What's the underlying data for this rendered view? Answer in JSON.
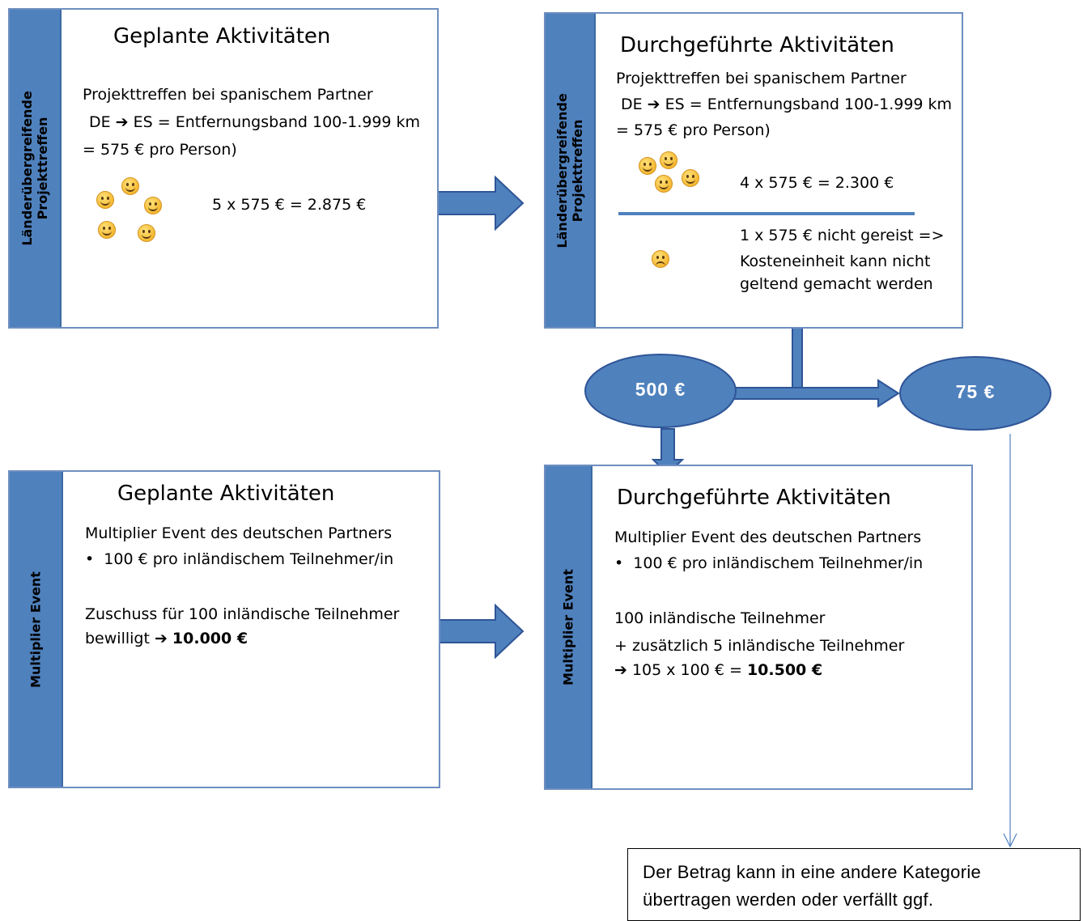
{
  "top_left": {
    "side_label": [
      "Länderübergreifende",
      "Projekttreffen"
    ],
    "title": "Geplante Aktivitäten",
    "lines": [
      "Projekttreffen bei spanischem Partner",
      "DE ➔ ES = Entfernungsband 100-1.999 km",
      "= 575 € pro Person)"
    ],
    "calc": "5 x 575 € = 2.875 €"
  },
  "top_right": {
    "side_label": [
      "Länderübergreifende",
      "Projekttreffen"
    ],
    "title": "Durchgeführte Aktivitäten",
    "lines": [
      "Projekttreffen bei spanischem Partner",
      "DE ➔ ES = Entfernungsband 100-1.999 km",
      "= 575 € pro Person)"
    ],
    "calc": "4 x 575 € = 2.300 €",
    "not_travelled": [
      "1 x 575 € nicht gereist =>",
      "Kosteneinheit kann nicht",
      "geltend gemacht werden"
    ]
  },
  "ovals": {
    "left": "500 €",
    "right": "75 €"
  },
  "bottom_left": {
    "side_label": "Multiplier Event",
    "title": "Geplante Aktivitäten",
    "line1": "Multiplier Event des deutschen Partners",
    "bullet": "100 € pro inländischem Teilnehmer/in",
    "line2": "Zuschuss für 100 inländische Teilnehmer",
    "line3_prefix": "bewilligt ➔ ",
    "line3_amount": "10.000 €"
  },
  "bottom_right": {
    "side_label": "Multiplier Event",
    "title": "Durchgeführte Aktivitäten",
    "line1": "Multiplier Event des deutschen Partners",
    "bullet": "100 € pro inländischem Teilnehmer/in",
    "line2": "100 inländische Teilnehmer",
    "line3": "+ zusätzlich 5 inländische Teilnehmer",
    "line4_prefix": "➔ 105 x 100 € = ",
    "line4_amount": "10.500 €"
  },
  "note": [
    "Der Betrag kann in eine andere Kategorie",
    "übertragen werden oder verfällt ggf."
  ],
  "colors": {
    "accent": "#4f81bd",
    "box_border": "#6f8fc0",
    "arrow_outline": "#2f5597"
  }
}
